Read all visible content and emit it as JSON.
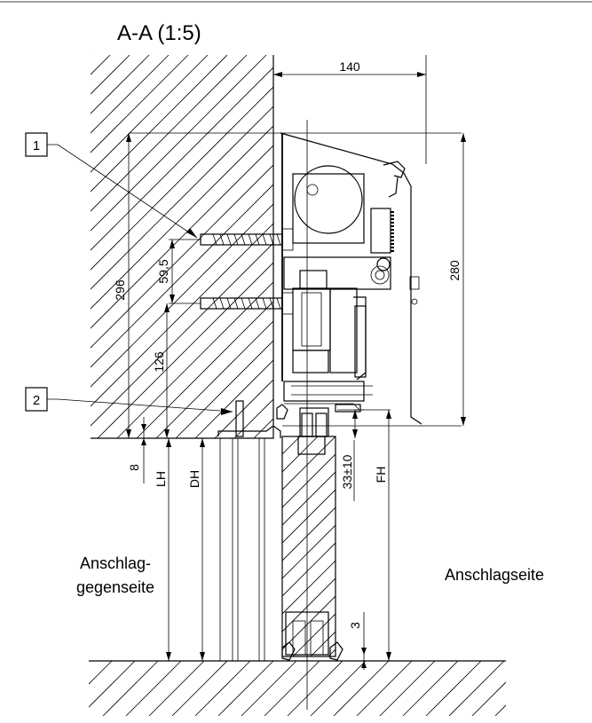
{
  "title": "A-A (1:5)",
  "callouts": [
    "1",
    "2"
  ],
  "dimensions": {
    "width_140": "140",
    "height_280": "280",
    "height_296": "296",
    "spacing_59_5": "59,5",
    "spacing_126": "126",
    "gap_8": "8",
    "lh": "LH",
    "dh": "DH",
    "fh": "FH",
    "tolerance": "33±10",
    "floor_gap": "3"
  },
  "labels": {
    "left_side_line1": "Anschlag-",
    "left_side_line2": "gegenseite",
    "right_side": "Anschlagseite"
  }
}
